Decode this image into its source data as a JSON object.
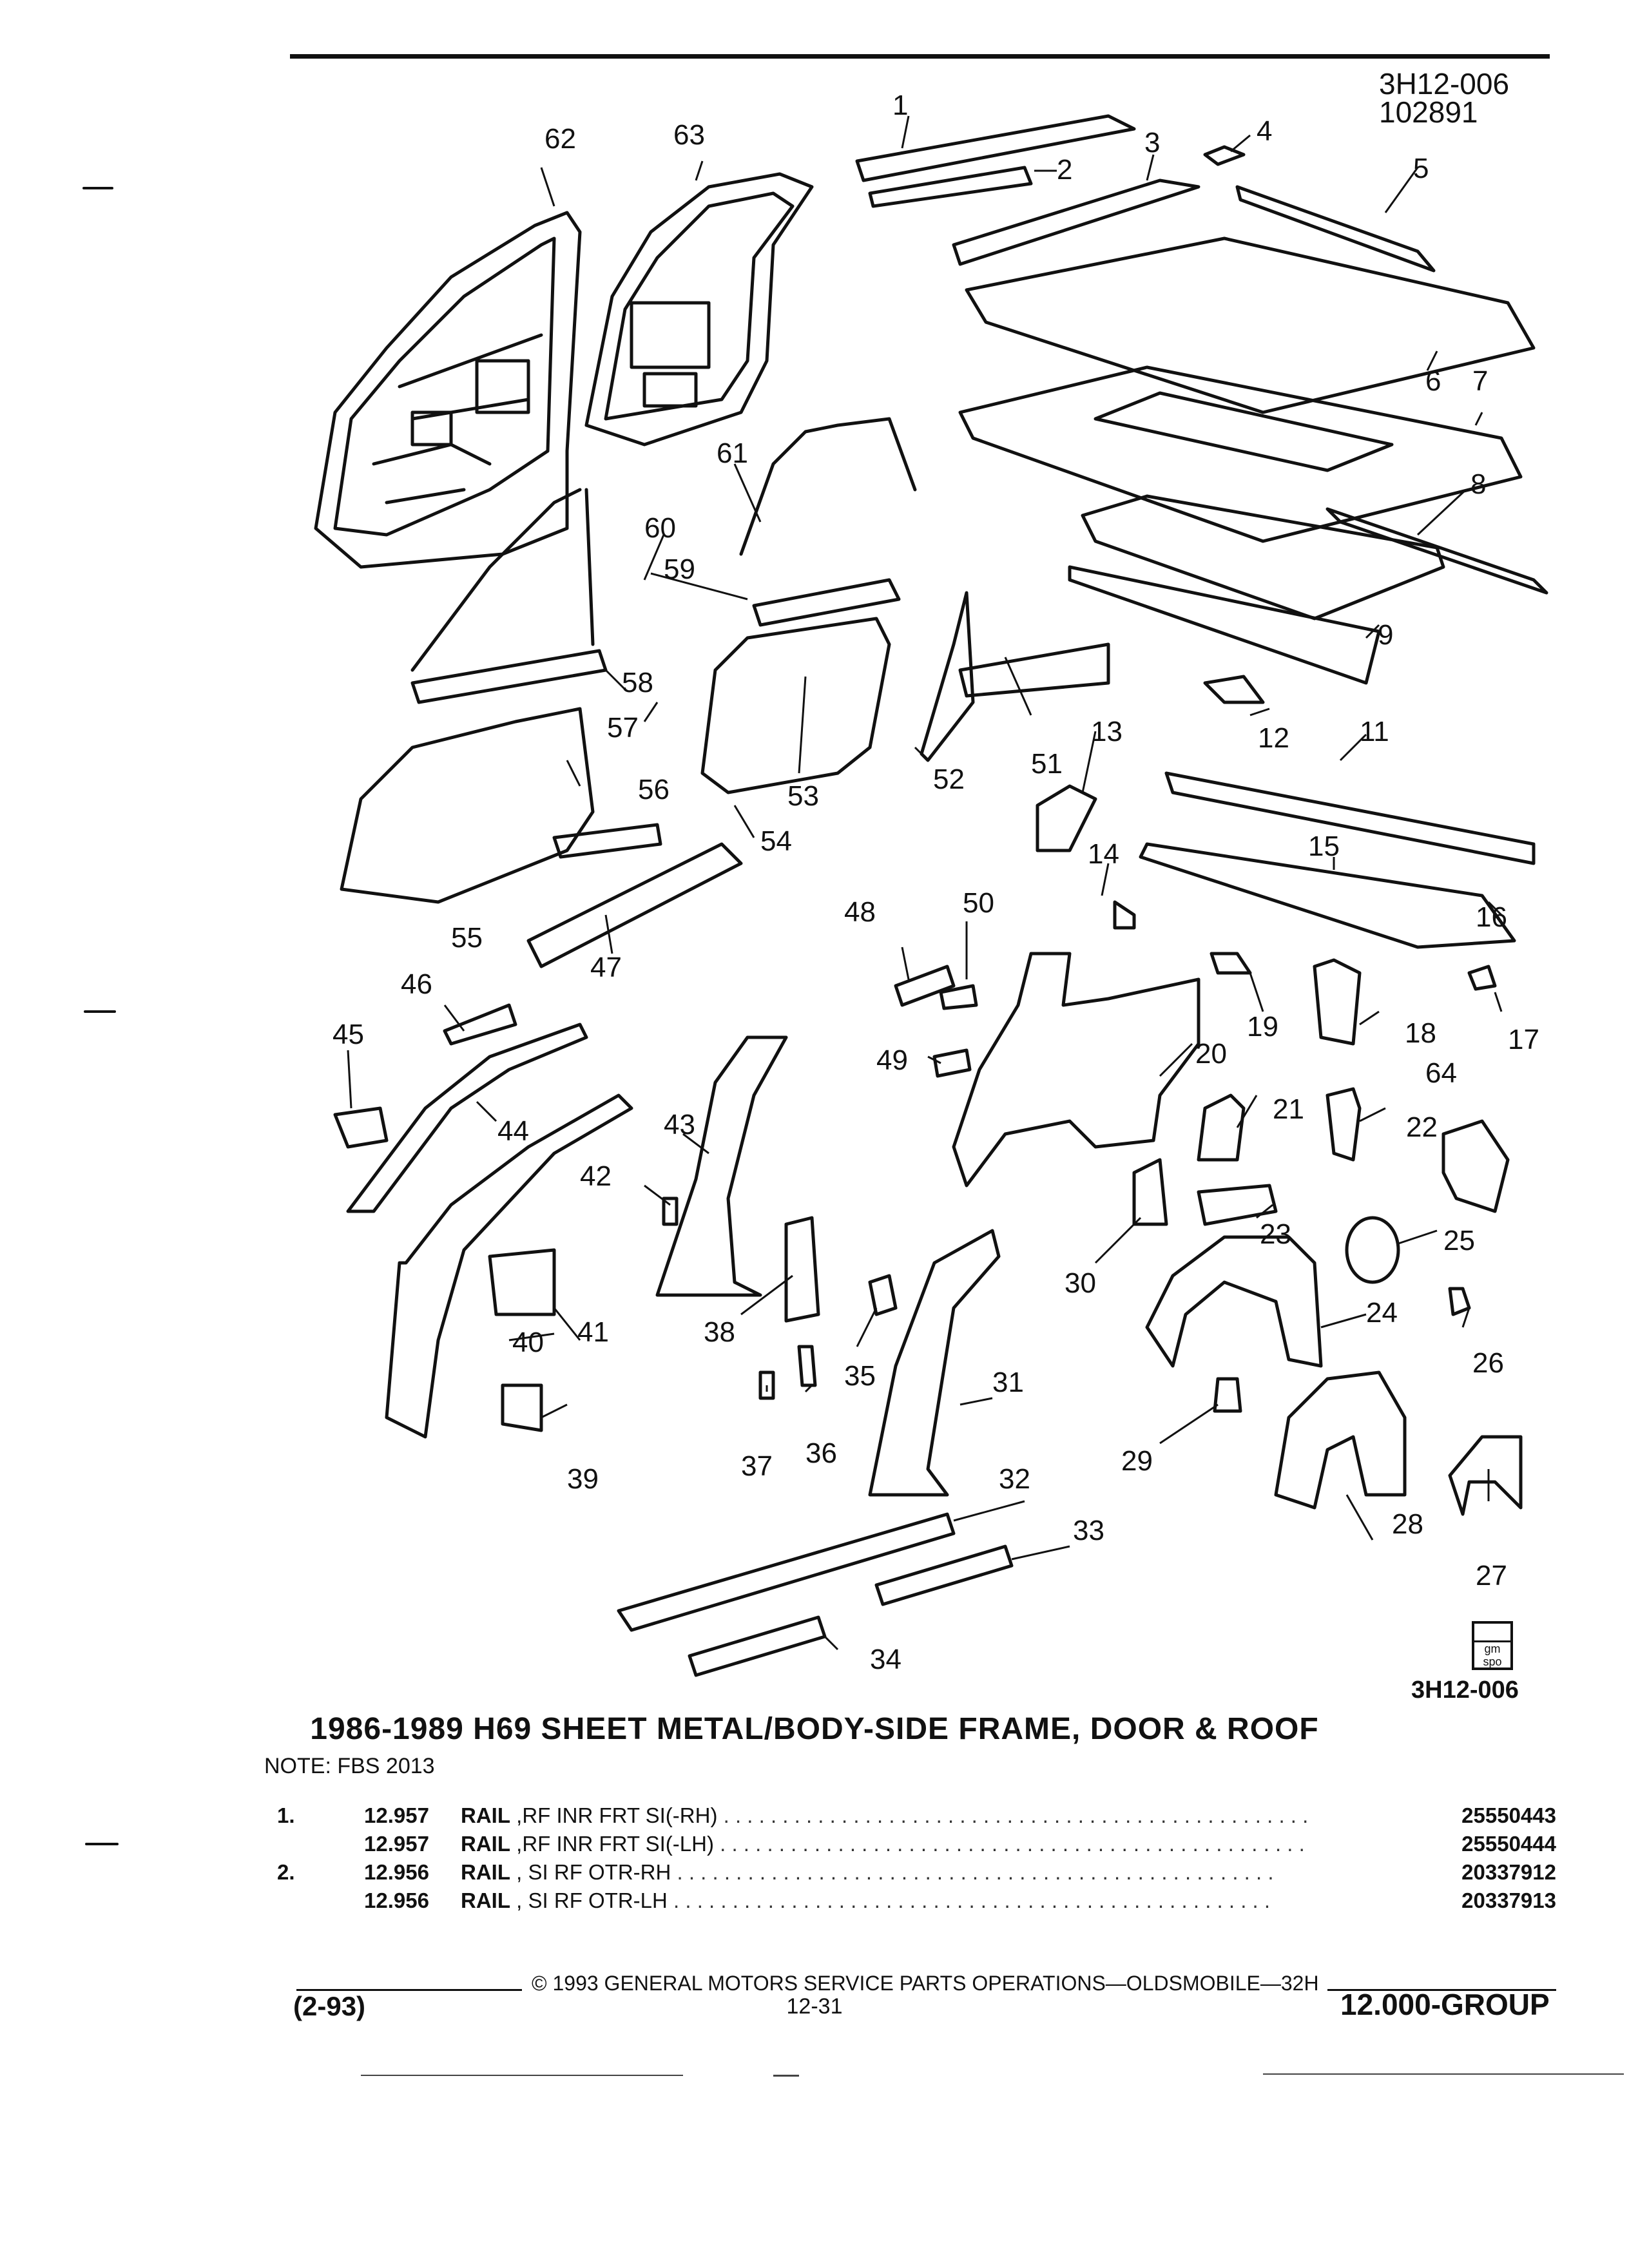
{
  "header": {
    "doc_code": "3H12-006",
    "doc_date": "102891"
  },
  "figure": {
    "id": "3H12-006",
    "logo_text": "gm spo",
    "callouts": [
      "1",
      "2",
      "3",
      "4",
      "5",
      "6",
      "7",
      "8",
      "9",
      "11",
      "12",
      "13",
      "14",
      "15",
      "16",
      "17",
      "18",
      "19",
      "20",
      "21",
      "22",
      "23",
      "24",
      "25",
      "26",
      "27",
      "28",
      "29",
      "30",
      "31",
      "32",
      "33",
      "34",
      "35",
      "36",
      "37",
      "38",
      "39",
      "40",
      "41",
      "42",
      "43",
      "44",
      "45",
      "46",
      "47",
      "48",
      "49",
      "50",
      "51",
      "52",
      "53",
      "54",
      "55",
      "56",
      "57",
      "58",
      "59",
      "60",
      "61",
      "62",
      "63",
      "64"
    ]
  },
  "title": "1986-1989 H69 SHEET METAL/BODY-SIDE FRAME, DOOR & ROOF",
  "note": "NOTE:  FBS 2013",
  "parts": [
    {
      "no": "1.",
      "group": "12.957",
      "desc": "RAIL",
      "detail": ",RF INR FRT SI(-RH)",
      "pn": "25550443"
    },
    {
      "no": "",
      "group": "12.957",
      "desc": "RAIL",
      "detail": ",RF INR FRT SI(-LH)",
      "pn": "25550444"
    },
    {
      "no": "2.",
      "group": "12.956",
      "desc": "RAIL",
      "detail": ", SI RF OTR-RH",
      "pn": "20337912"
    },
    {
      "no": "",
      "group": "12.956",
      "desc": "RAIL",
      "detail": ", SI RF OTR-LH",
      "pn": "20337913"
    }
  ],
  "footer": {
    "copyright": "© 1993 GENERAL MOTORS SERVICE PARTS OPERATIONS—OLDSMOBILE—32H",
    "date": "(2-93)",
    "page": "12-31",
    "group": "12.000-GROUP"
  }
}
